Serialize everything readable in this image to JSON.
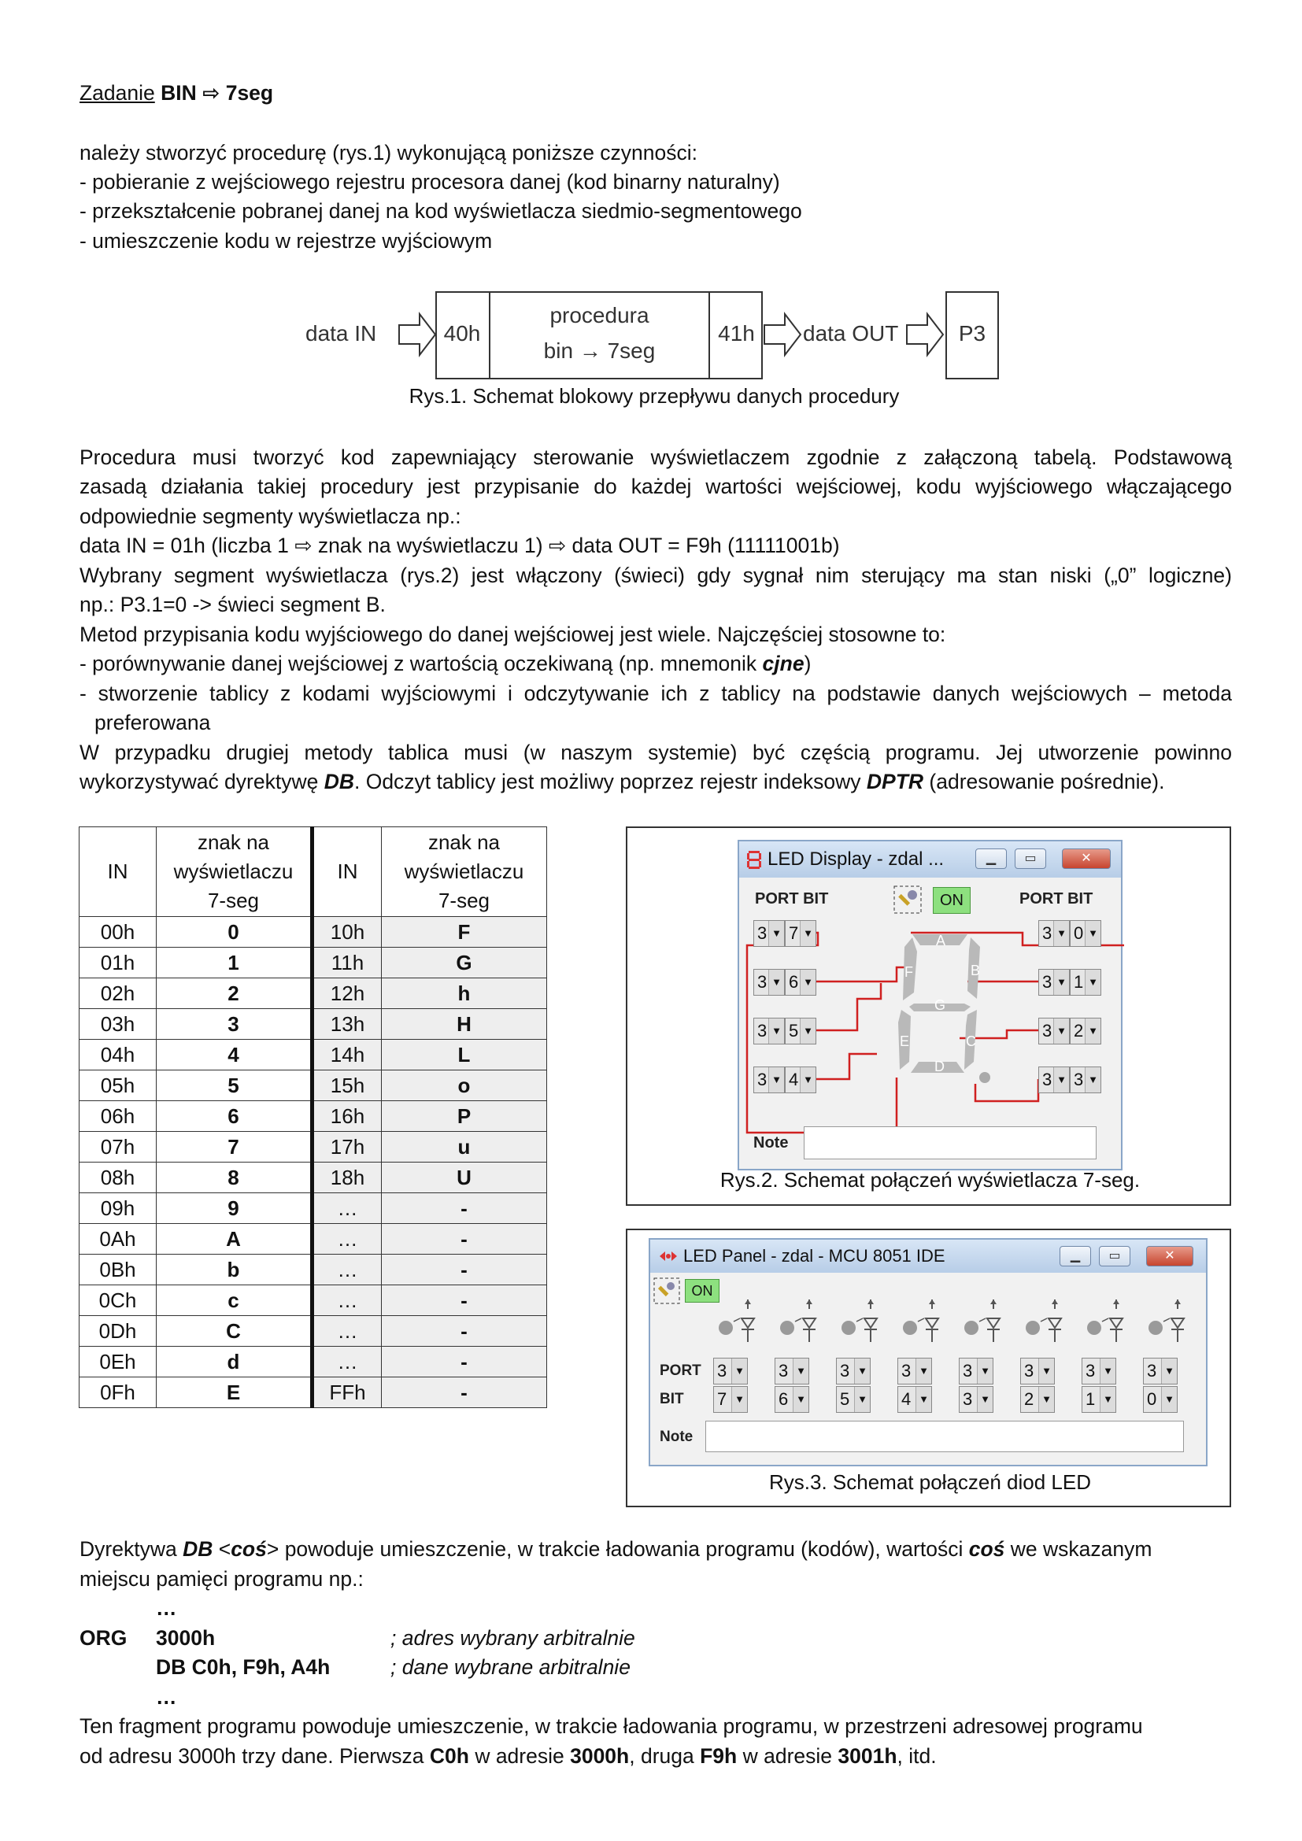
{
  "heading": {
    "prefix": "Zadanie",
    "bold": "BIN ⇨ 7seg"
  },
  "intro": [
    "należy stworzyć procedurę (rys.1) wykonującą poniższe czynności:",
    "- pobieranie z wejściowego rejestru procesora danej (kod binarny naturalny)",
    "- przekształcenie pobranej danej na kod wyświetlacza siedmio-segmentowego",
    "- umieszczenie kodu w rejestrze wyjściowym"
  ],
  "diagram": {
    "data_in": "data IN",
    "reg_in": "40h",
    "proc_line1": "procedura",
    "proc_line2": "bin → 7seg",
    "reg_out": "41h",
    "data_out": "data OUT",
    "port": "P3",
    "caption": "Rys.1. Schemat blokowy przepływu danych procedury"
  },
  "body": {
    "p1_l1": "Procedura musi tworzyć kod zapewniający sterowanie wyświetlaczem zgodnie z załączoną tabelą. Podstawową",
    "p1_l2": "zasadą działania takiej procedury jest przypisanie do każdej wartości wejściowej, kodu wyjściowego włączającego",
    "p1_l3": "odpowiednie segmenty wyświetlacza np.:",
    "p2": "data IN = 01h (liczba 1 ⇨ znak na wyświetlaczu 1) ⇨ data OUT = F9h (11111001b)",
    "p3_l1": "Wybrany segment wyświetlacza (rys.2) jest włączony (świeci) gdy sygnał nim sterujący ma stan niski („0” logiczne)",
    "p3_l2": "np.: P3.1=0 -> świeci segment B.",
    "p4": "Metod przypisania kodu wyjściowego do danej wejściowej jest wiele. Najczęściej stosowne to:",
    "p5_pre": "- porównywanie danej wejściowej z wartością oczekiwaną (np. mnemonik ",
    "p5_kw": "cjne",
    "p5_post": ")",
    "p6_l1": "- stworzenie tablicy z kodami wyjściowymi i odczytywanie ich z tablicy na podstawie danych wejściowych – metoda",
    "p6_l2": "preferowana",
    "p7_l1": "W przypadku drugiej metody tablica musi (w naszym systemie) być częścią programu. Jej utworzenie powinno",
    "p7_l2_a": "wykorzystywać dyrektywę ",
    "p7_l2_kw1": "DB",
    "p7_l2_b": ". Odczyt tablicy jest możliwy poprzez rejestr indeksowy ",
    "p7_l2_kw2": "DPTR",
    "p7_l2_c": " (adresowanie pośrednie)."
  },
  "table": {
    "col_in": "IN",
    "col_sign": [
      "znak na",
      "wyświetlaczu",
      "7-seg"
    ],
    "rows": [
      [
        "00h",
        "0",
        "10h",
        "F"
      ],
      [
        "01h",
        "1",
        "11h",
        "G"
      ],
      [
        "02h",
        "2",
        "12h",
        "h"
      ],
      [
        "03h",
        "3",
        "13h",
        "H"
      ],
      [
        "04h",
        "4",
        "14h",
        "L"
      ],
      [
        "05h",
        "5",
        "15h",
        "o"
      ],
      [
        "06h",
        "6",
        "16h",
        "P"
      ],
      [
        "07h",
        "7",
        "17h",
        "u"
      ],
      [
        "08h",
        "8",
        "18h",
        "U"
      ],
      [
        "09h",
        "9",
        "…",
        "-"
      ],
      [
        "0Ah",
        "A",
        "…",
        "-"
      ],
      [
        "0Bh",
        "b",
        "…",
        "-"
      ],
      [
        "0Ch",
        "c",
        "…",
        "-"
      ],
      [
        "0Dh",
        "C",
        "…",
        "-"
      ],
      [
        "0Eh",
        "d",
        "…",
        "-"
      ],
      [
        "0Fh",
        "E",
        "FFh",
        "-"
      ]
    ]
  },
  "led_display": {
    "title": "LED Display - zdal ...",
    "port_bit": "PORT BIT",
    "on": "ON",
    "note": "Note",
    "left_spins": [
      [
        "3",
        "7"
      ],
      [
        "3",
        "6"
      ],
      [
        "3",
        "5"
      ],
      [
        "3",
        "4"
      ]
    ],
    "right_spins": [
      [
        "3",
        "0"
      ],
      [
        "3",
        "1"
      ],
      [
        "3",
        "2"
      ],
      [
        "3",
        "3"
      ]
    ],
    "segments": [
      "A",
      "B",
      "C",
      "D",
      "E",
      "F",
      "G"
    ],
    "caption": "Rys.2. Schemat połączeń wyświetlacza 7-seg."
  },
  "led_panel": {
    "title": "LED Panel - zdal - MCU 8051 IDE",
    "on": "ON",
    "port": "PORT",
    "bit": "BIT",
    "note": "Note",
    "ports": [
      "3",
      "3",
      "3",
      "3",
      "3",
      "3",
      "3",
      "3"
    ],
    "bits": [
      "7",
      "6",
      "5",
      "4",
      "3",
      "2",
      "1",
      "0"
    ],
    "caption": "Rys.3. Schemat połączeń diod LED"
  },
  "directive": {
    "l1_a": "Dyrektywa ",
    "l1_kw": "DB",
    "l1_b": " <",
    "l1_kw2": "coś",
    "l1_c": "> powoduje umieszczenie, w trakcie ładowania programu (kodów), wartości ",
    "l1_kw3": "coś",
    "l1_d": " we wskazanym",
    "l2": "miejscu pamięci programu np.:",
    "code_dots1": "…",
    "code_org": "ORG",
    "code_addr": "3000h",
    "code_c1": "; adres wybrany arbitralnie",
    "code_db": "DB C0h, F9h, A4h",
    "code_c2": "; dane wybrane arbitralnie",
    "code_dots2": "…",
    "l3": "Ten fragment programu powoduje umieszczenie, w trakcie ładowania programu, w przestrzeni adresowej programu",
    "l4_a": "od adresu 3000h trzy dane. Pierwsza ",
    "l4_kw1": "C0h",
    "l4_b": " w adresie ",
    "l4_kw2": "3000h",
    "l4_c": ", druga ",
    "l4_kw3": "F9h",
    "l4_d": " w adresie ",
    "l4_kw4": "3001h",
    "l4_e": ", itd."
  }
}
